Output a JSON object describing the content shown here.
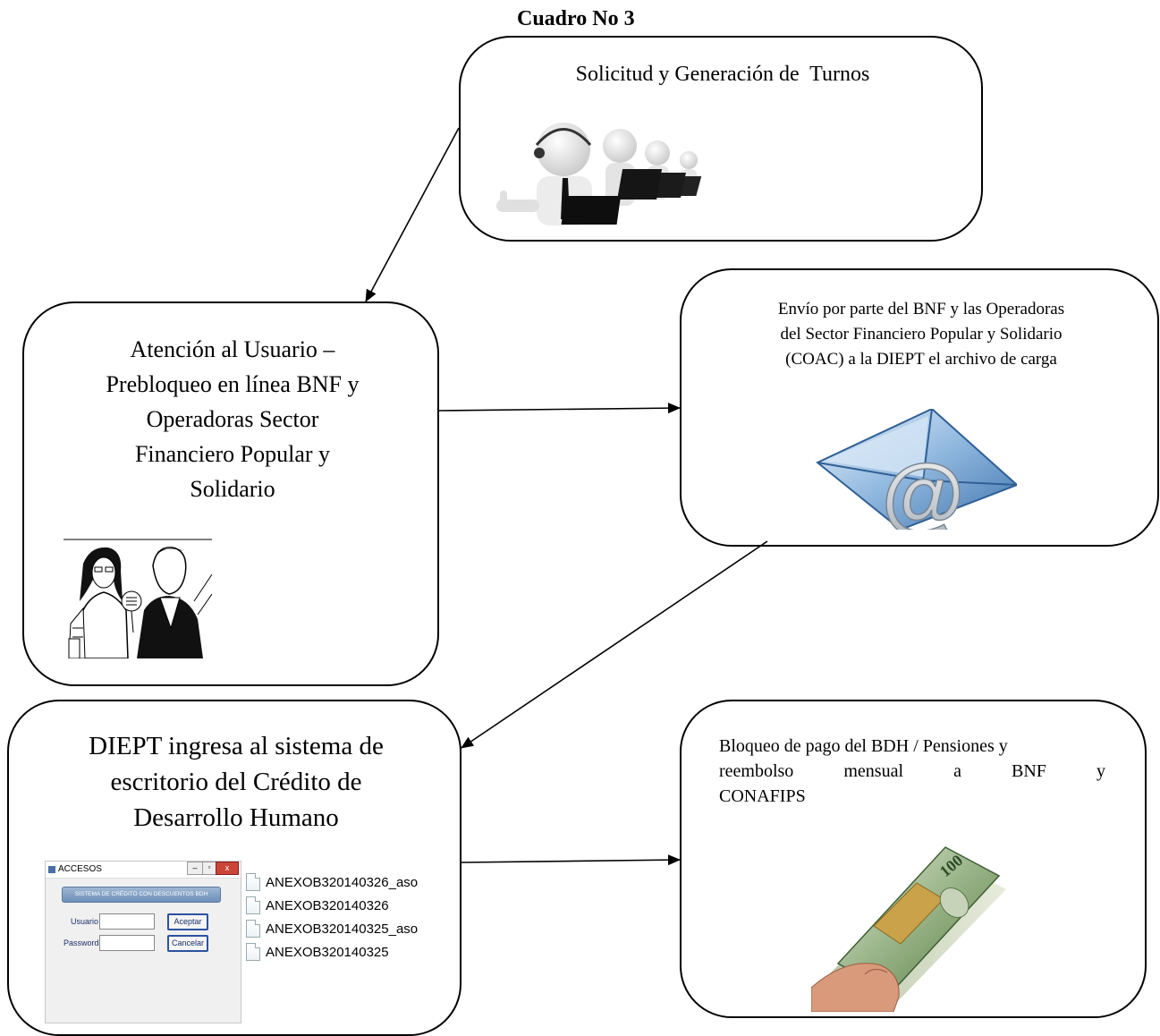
{
  "title": "Cuadro No 3",
  "nodes": {
    "turnos": {
      "label": "Solicitud y Generación de  Turnos"
    },
    "atencion": {
      "lines": [
        "Atención al Usuario –",
        "Prebloqueo en línea BNF y",
        "Operadoras Sector",
        "Financiero Popular y",
        "Solidario"
      ]
    },
    "envio": {
      "lines": [
        "Envío por parte del BNF y las Operadoras",
        "del Sector Financiero Popular y Solidario",
        "(COAC) a la DIEPT el archivo de carga"
      ]
    },
    "diept": {
      "lines": [
        "DIEPT ingresa al sistema de",
        "escritorio del Crédito de",
        "Desarrollo Humano"
      ]
    },
    "bloqueo": {
      "line1": "Bloqueo de pago del BDH / Pensiones y",
      "line2_words": [
        "reembolso",
        "mensual",
        "a",
        "BNF",
        "y"
      ],
      "line3": "CONAFIPS"
    }
  },
  "login_window": {
    "title": "ACCESOS",
    "header": "SISTEMA DE CRÉDITO CON DESCUENTOS BDH",
    "user_label": "Usuario",
    "password_label": "Password",
    "accept_label": "Aceptar",
    "cancel_label": "Cancelar"
  },
  "files": [
    "ANEXOB320140326_aso",
    "ANEXOB320140326",
    "ANEXOB320140325_aso",
    "ANEXOB320140325"
  ],
  "colors": {
    "envelope": "#5a8fc8",
    "money": "#5c8a4a",
    "band": "#c9a24a"
  }
}
